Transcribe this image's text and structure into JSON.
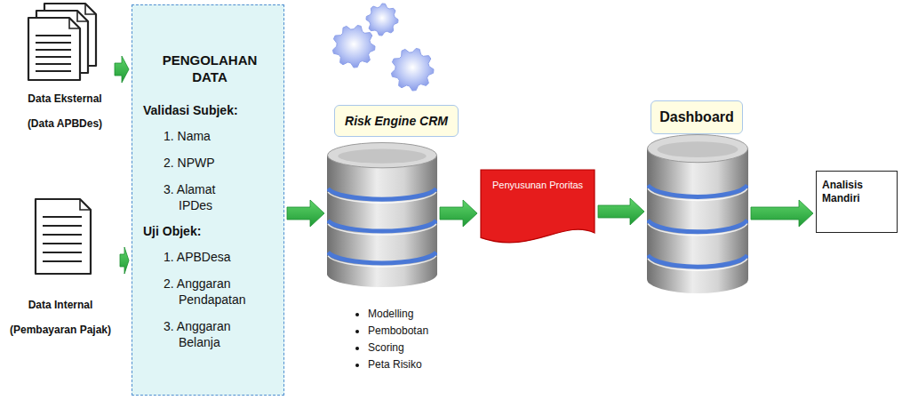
{
  "diagram": {
    "nodes": [
      {
        "text": [
          "Data Eksternal",
          "(Data APBDes)"
        ]
      },
      {
        "text": [
          "Data Internal",
          "(Pembayaran Pajak)"
        ]
      },
      {
        "text": [
          "PENGOLAHAN DATA",
          "Validasi Subjek:",
          "1. Nama",
          "2. NPWP",
          "3. Alamat IPDes",
          "Uji Objek:",
          "1. APBDesa",
          "2. Anggaran Pendapatan",
          "3. Anggaran Belanja"
        ]
      },
      {
        "text": [
          "Risk Engine CRM"
        ]
      },
      {
        "text": [
          "Penyusunan Proritas"
        ]
      },
      {
        "text": [
          "Dashboard"
        ]
      },
      {
        "text": [
          "Analisis Mandiri"
        ]
      }
    ],
    "edges": [
      {
        "from": 0,
        "to": 2,
        "arrow": "to"
      },
      {
        "from": 1,
        "to": 2,
        "arrow": "to"
      },
      {
        "from": 2,
        "to": 3,
        "arrow": "to"
      },
      {
        "from": 3,
        "to": 4,
        "arrow": "to"
      },
      {
        "from": 4,
        "to": 5,
        "arrow": "to"
      },
      {
        "from": 5,
        "to": 6,
        "arrow": "to"
      }
    ],
    "labels": [
      "Modelling",
      "Pembobotan",
      "Scoring",
      "Peta Risiko"
    ]
  }
}
